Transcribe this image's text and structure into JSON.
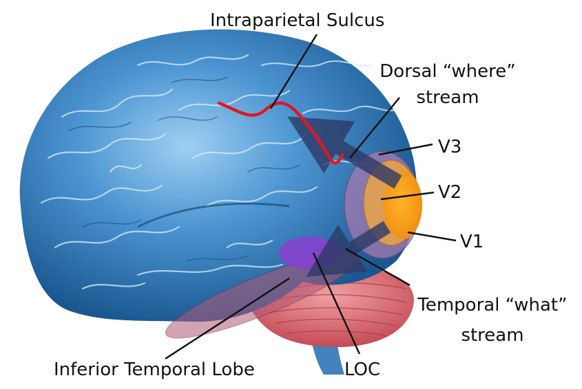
{
  "labels": {
    "intraparietal_sulcus": "Intraparietal Sulcus",
    "dorsal_line1": "Dorsal “where”",
    "dorsal_line2": "stream",
    "v3": "V3",
    "v2": "V2",
    "v1": "V1",
    "temporal_line1": "Temporal “what”",
    "temporal_line2": "stream",
    "inferior_temporal_lobe": "Inferior Temporal Lobe",
    "loc": "LOC"
  },
  "colors": {
    "brain_main": "#3f86c8",
    "brain_light": "#8cc4ee",
    "brain_dark": "#1d5d9b",
    "cerebellum": "#d9676f",
    "sulcus_line": "#e3161e",
    "v1_fill": "#f5a01a",
    "v2_fill": "#eaa54a",
    "v3_fill": "#a67ab0",
    "loc_fill": "#8a3fd0",
    "it_lobe_fill": "#b05a78",
    "arrow_fill": "#2e3a66",
    "leader_line": "#111111"
  }
}
